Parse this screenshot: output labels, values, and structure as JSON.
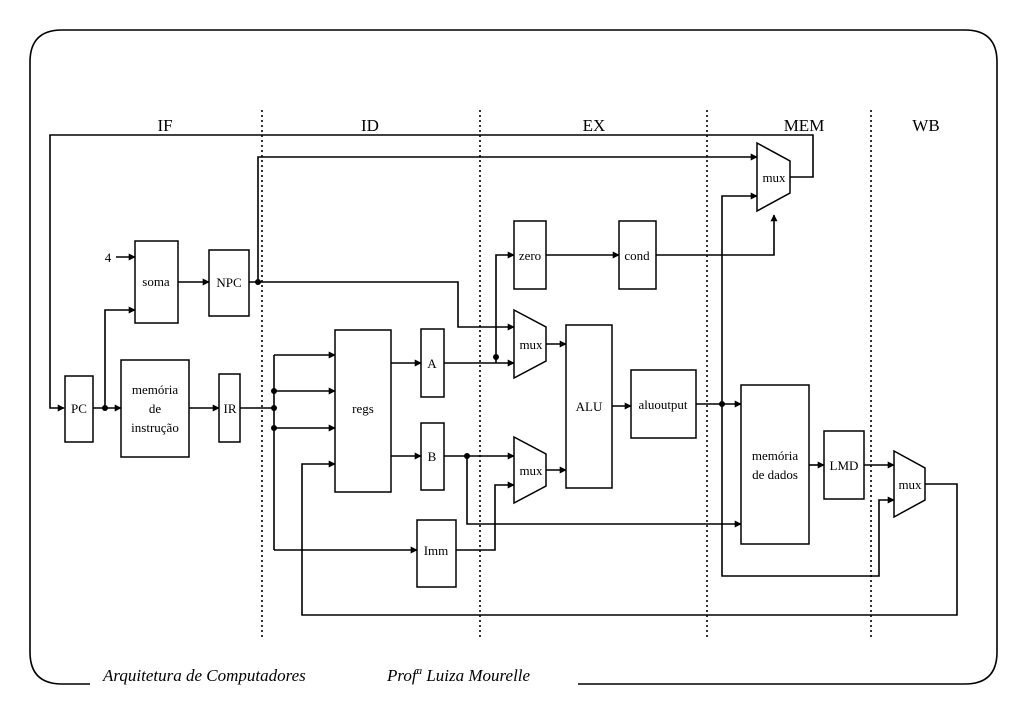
{
  "colors": {
    "ink": "#000000",
    "background": "#ffffff"
  },
  "stages": [
    "IF",
    "ID",
    "EX",
    "MEM",
    "WB"
  ],
  "blocks": {
    "pc": "PC",
    "soma": "soma",
    "npc": "NPC",
    "instr_mem": [
      "memória",
      "de",
      "instrução"
    ],
    "ir": "IR",
    "regs": "regs",
    "a": "A",
    "b": "B",
    "imm": "Imm",
    "zero": "zero",
    "cond": "cond",
    "alu": "ALU",
    "aluoutput": "aluoutput",
    "data_mem": [
      "memória",
      "de dados"
    ],
    "lmd": "LMD"
  },
  "muxes": {
    "label": "mux"
  },
  "constant_four": "4",
  "footer": {
    "course": "Arquitetura de Computadores",
    "prof_prefix": "Prof",
    "prof_sup": "a",
    "prof_name": " Luiza Mourelle"
  }
}
